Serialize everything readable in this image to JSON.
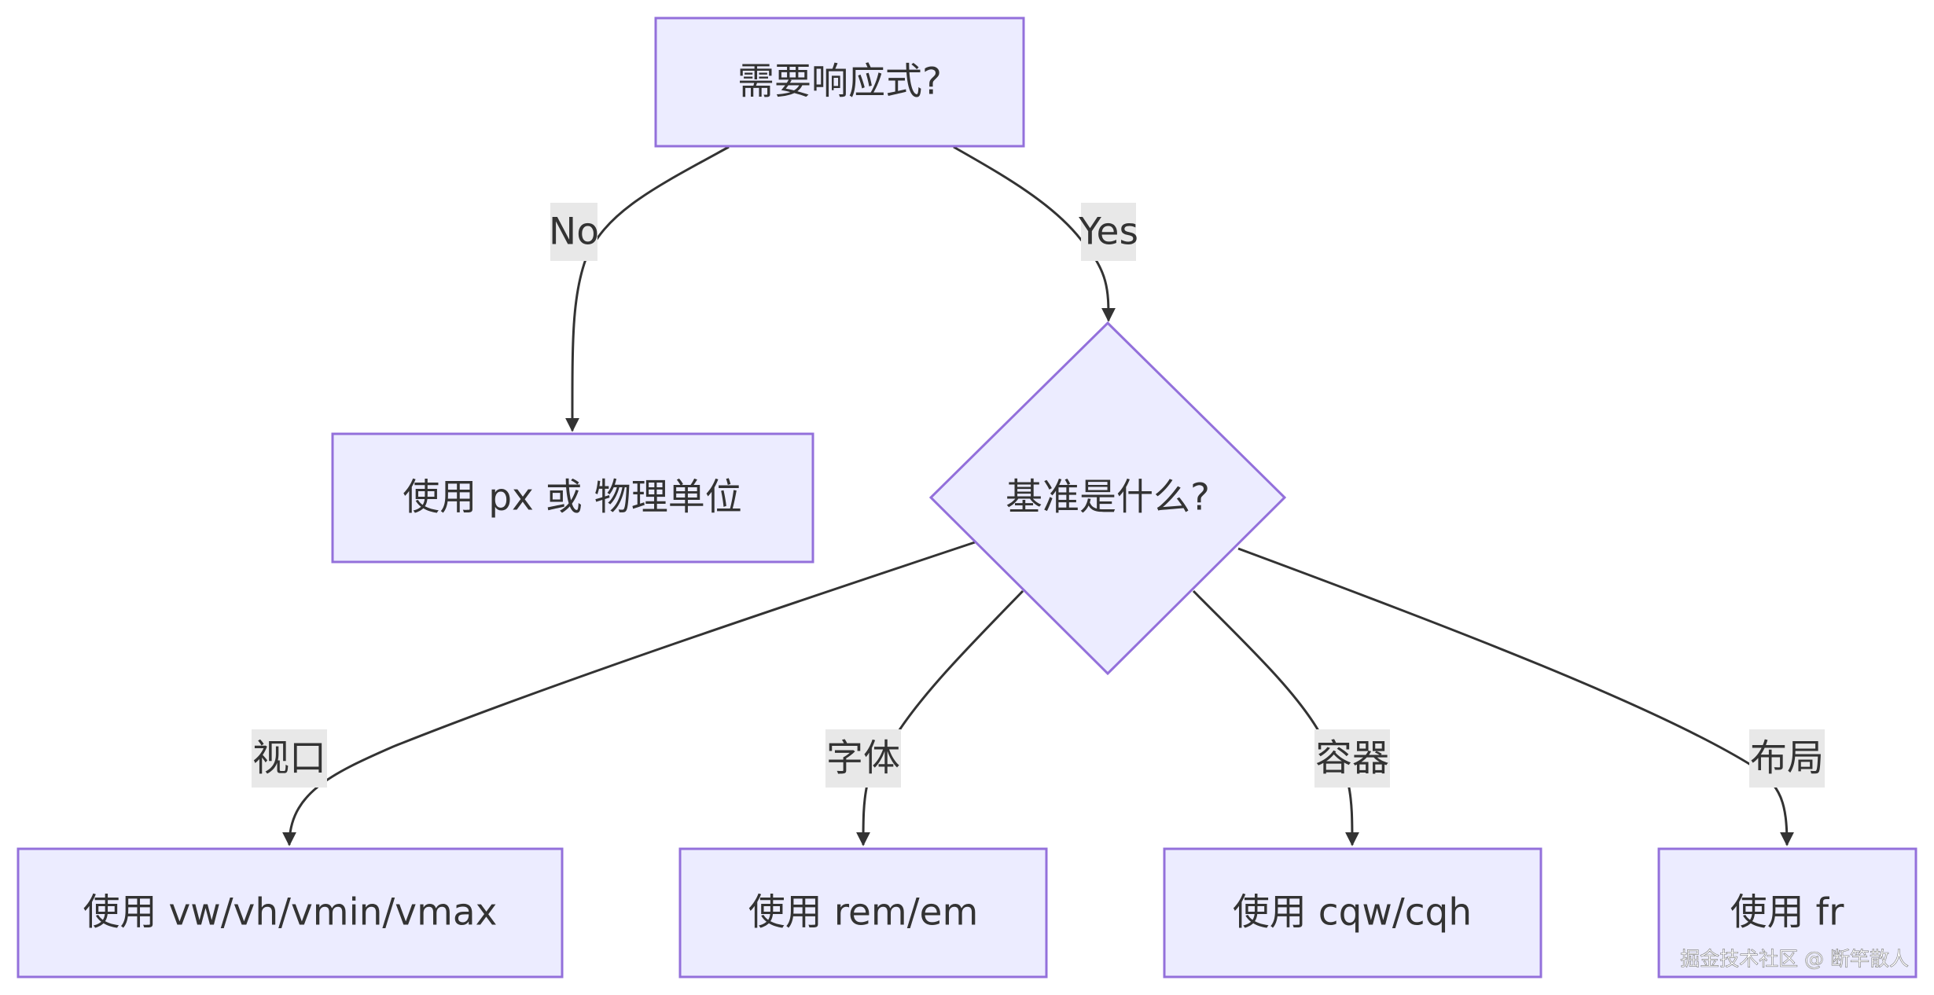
{
  "nodes": {
    "responsive": "需要响应式?",
    "px": "使用 px 或 物理单位",
    "baseline": "基准是什么?",
    "vw": "使用 vw/vh/vmin/vmax",
    "rem": "使用 rem/em",
    "cqw": "使用 cqw/cqh",
    "fr": "使用 fr"
  },
  "edges": {
    "no": "No",
    "yes": "Yes",
    "viewport": "视口",
    "font": "字体",
    "container": "容器",
    "layout": "布局"
  },
  "watermark": "掘金技术社区 @ 断竿散人",
  "colors": {
    "node_fill": "#ECECFF",
    "node_stroke": "#9370DB",
    "edge": "#333333",
    "edge_label_bg": "#e8e8e8"
  }
}
